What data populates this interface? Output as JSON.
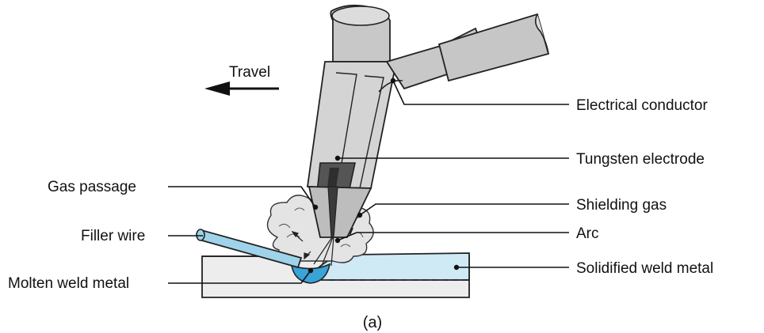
{
  "diagram": {
    "caption": "(a)",
    "travel_label": "Travel",
    "labels": {
      "electrical_conductor": "Electrical conductor",
      "tungsten_electrode": "Tungsten electrode",
      "shielding_gas": "Shielding gas",
      "arc": "Arc",
      "solidified_weld_metal": "Solidified weld metal",
      "gas_passage": "Gas passage",
      "filler_wire": "Filler wire",
      "molten_weld_metal": "Molten weld metal"
    },
    "colors": {
      "torch_gray": "#c8c8c8",
      "torch_dark": "#8a8a8a",
      "electrode_dark": "#4a4a4a",
      "weld_light_blue": "#cfe9f5",
      "molten_blue": "#3aa3d8",
      "filler_blue": "#9fd3ea",
      "base_gray": "#ececec",
      "gas_cloud": "#e2e2e2"
    }
  }
}
